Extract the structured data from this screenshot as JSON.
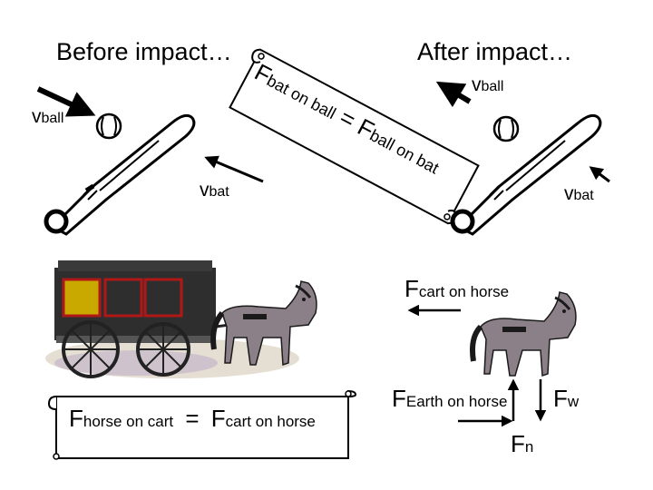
{
  "titles": {
    "before": "Before impact…",
    "after": "After impact…"
  },
  "before_labels": {
    "v_ball": {
      "main": "v",
      "sub": "ball"
    },
    "v_bat": {
      "main": "v",
      "sub": "bat"
    }
  },
  "after_labels": {
    "v_ball": {
      "main": "v",
      "sub": "ball"
    },
    "v_bat": {
      "main": "v",
      "sub": "bat"
    }
  },
  "bat_scroll": {
    "f1_main": "F",
    "f1_sub": "bat on ball",
    "equals": "=",
    "f2_main": "F",
    "f2_sub": "ball on bat"
  },
  "horse_scroll": {
    "f1_main": "F",
    "f1_sub": "horse on cart",
    "equals": "=",
    "f2_main": "F",
    "f2_sub": "cart on horse"
  },
  "horse_forces": {
    "cart_on_horse": {
      "main": "F",
      "sub": "cart on horse"
    },
    "earth_on_horse": {
      "main": "F",
      "sub": "Earth on horse"
    },
    "weight": {
      "main": "F",
      "sub": "w"
    },
    "normal": {
      "main": "F",
      "sub": "n"
    }
  },
  "colors": {
    "arrow": "#000000",
    "scroll_fill": "#ffffff",
    "cart_body": "#2e2e2e",
    "cart_window": "#c9a800",
    "cart_accent": "#b01818",
    "horse_coat": "#8c8088",
    "horse_dark": "#1a1a1a"
  }
}
